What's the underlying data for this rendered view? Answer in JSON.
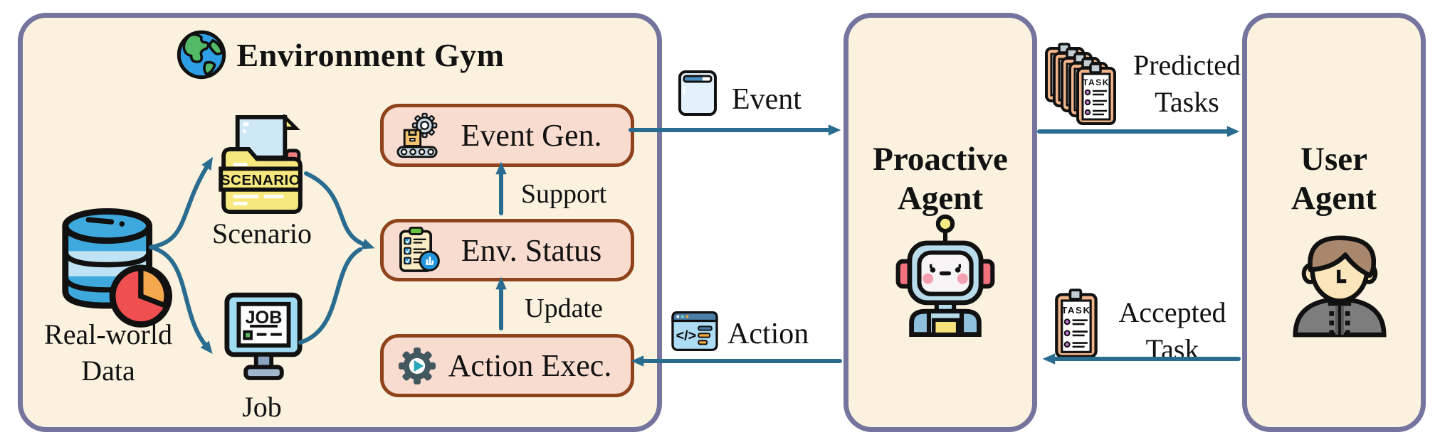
{
  "colors": {
    "arrow_teal": "#2a6c8f",
    "panel_border_purple": "#75749e",
    "panel_fill_cream": "#faf1de",
    "module_border_brown": "#8e431c",
    "module_fill_pink": "#f9dcd0",
    "text": "#121212"
  },
  "environment_gym": {
    "title": "Environment Gym",
    "real_world_data": {
      "line1": "Real-world",
      "line2": "Data"
    },
    "scenario": {
      "label": "Scenario",
      "folder_text": "SCENARIO"
    },
    "job": {
      "label": "Job",
      "screen_text": "JOB"
    },
    "modules": {
      "event_gen": "Event Gen.",
      "env_status": "Env. Status",
      "action_exec": "Action Exec."
    },
    "arrows": {
      "support": "Support",
      "update": "Update"
    }
  },
  "proactive_agent": {
    "title_line1": "Proactive",
    "title_line2": "Agent"
  },
  "user_agent": {
    "title_line1": "User",
    "title_line2": "Agent"
  },
  "flows": {
    "event": "Event",
    "action": "Action",
    "predicted_tasks": {
      "line1": "Predicted",
      "line2": "Tasks"
    },
    "accepted_task": {
      "line1": "Accepted",
      "line2": "Task"
    },
    "task_card_text": "TASK"
  },
  "icons": [
    "globe-icon",
    "database-pie-icon",
    "scenario-folder-icon",
    "job-monitor-icon",
    "conveyor-box-gear-icon",
    "clipboard-chart-icon",
    "gear-play-icon",
    "window-icon",
    "code-window-icon",
    "task-stack-icon",
    "task-clipboard-icon",
    "robot-icon",
    "person-icon"
  ]
}
